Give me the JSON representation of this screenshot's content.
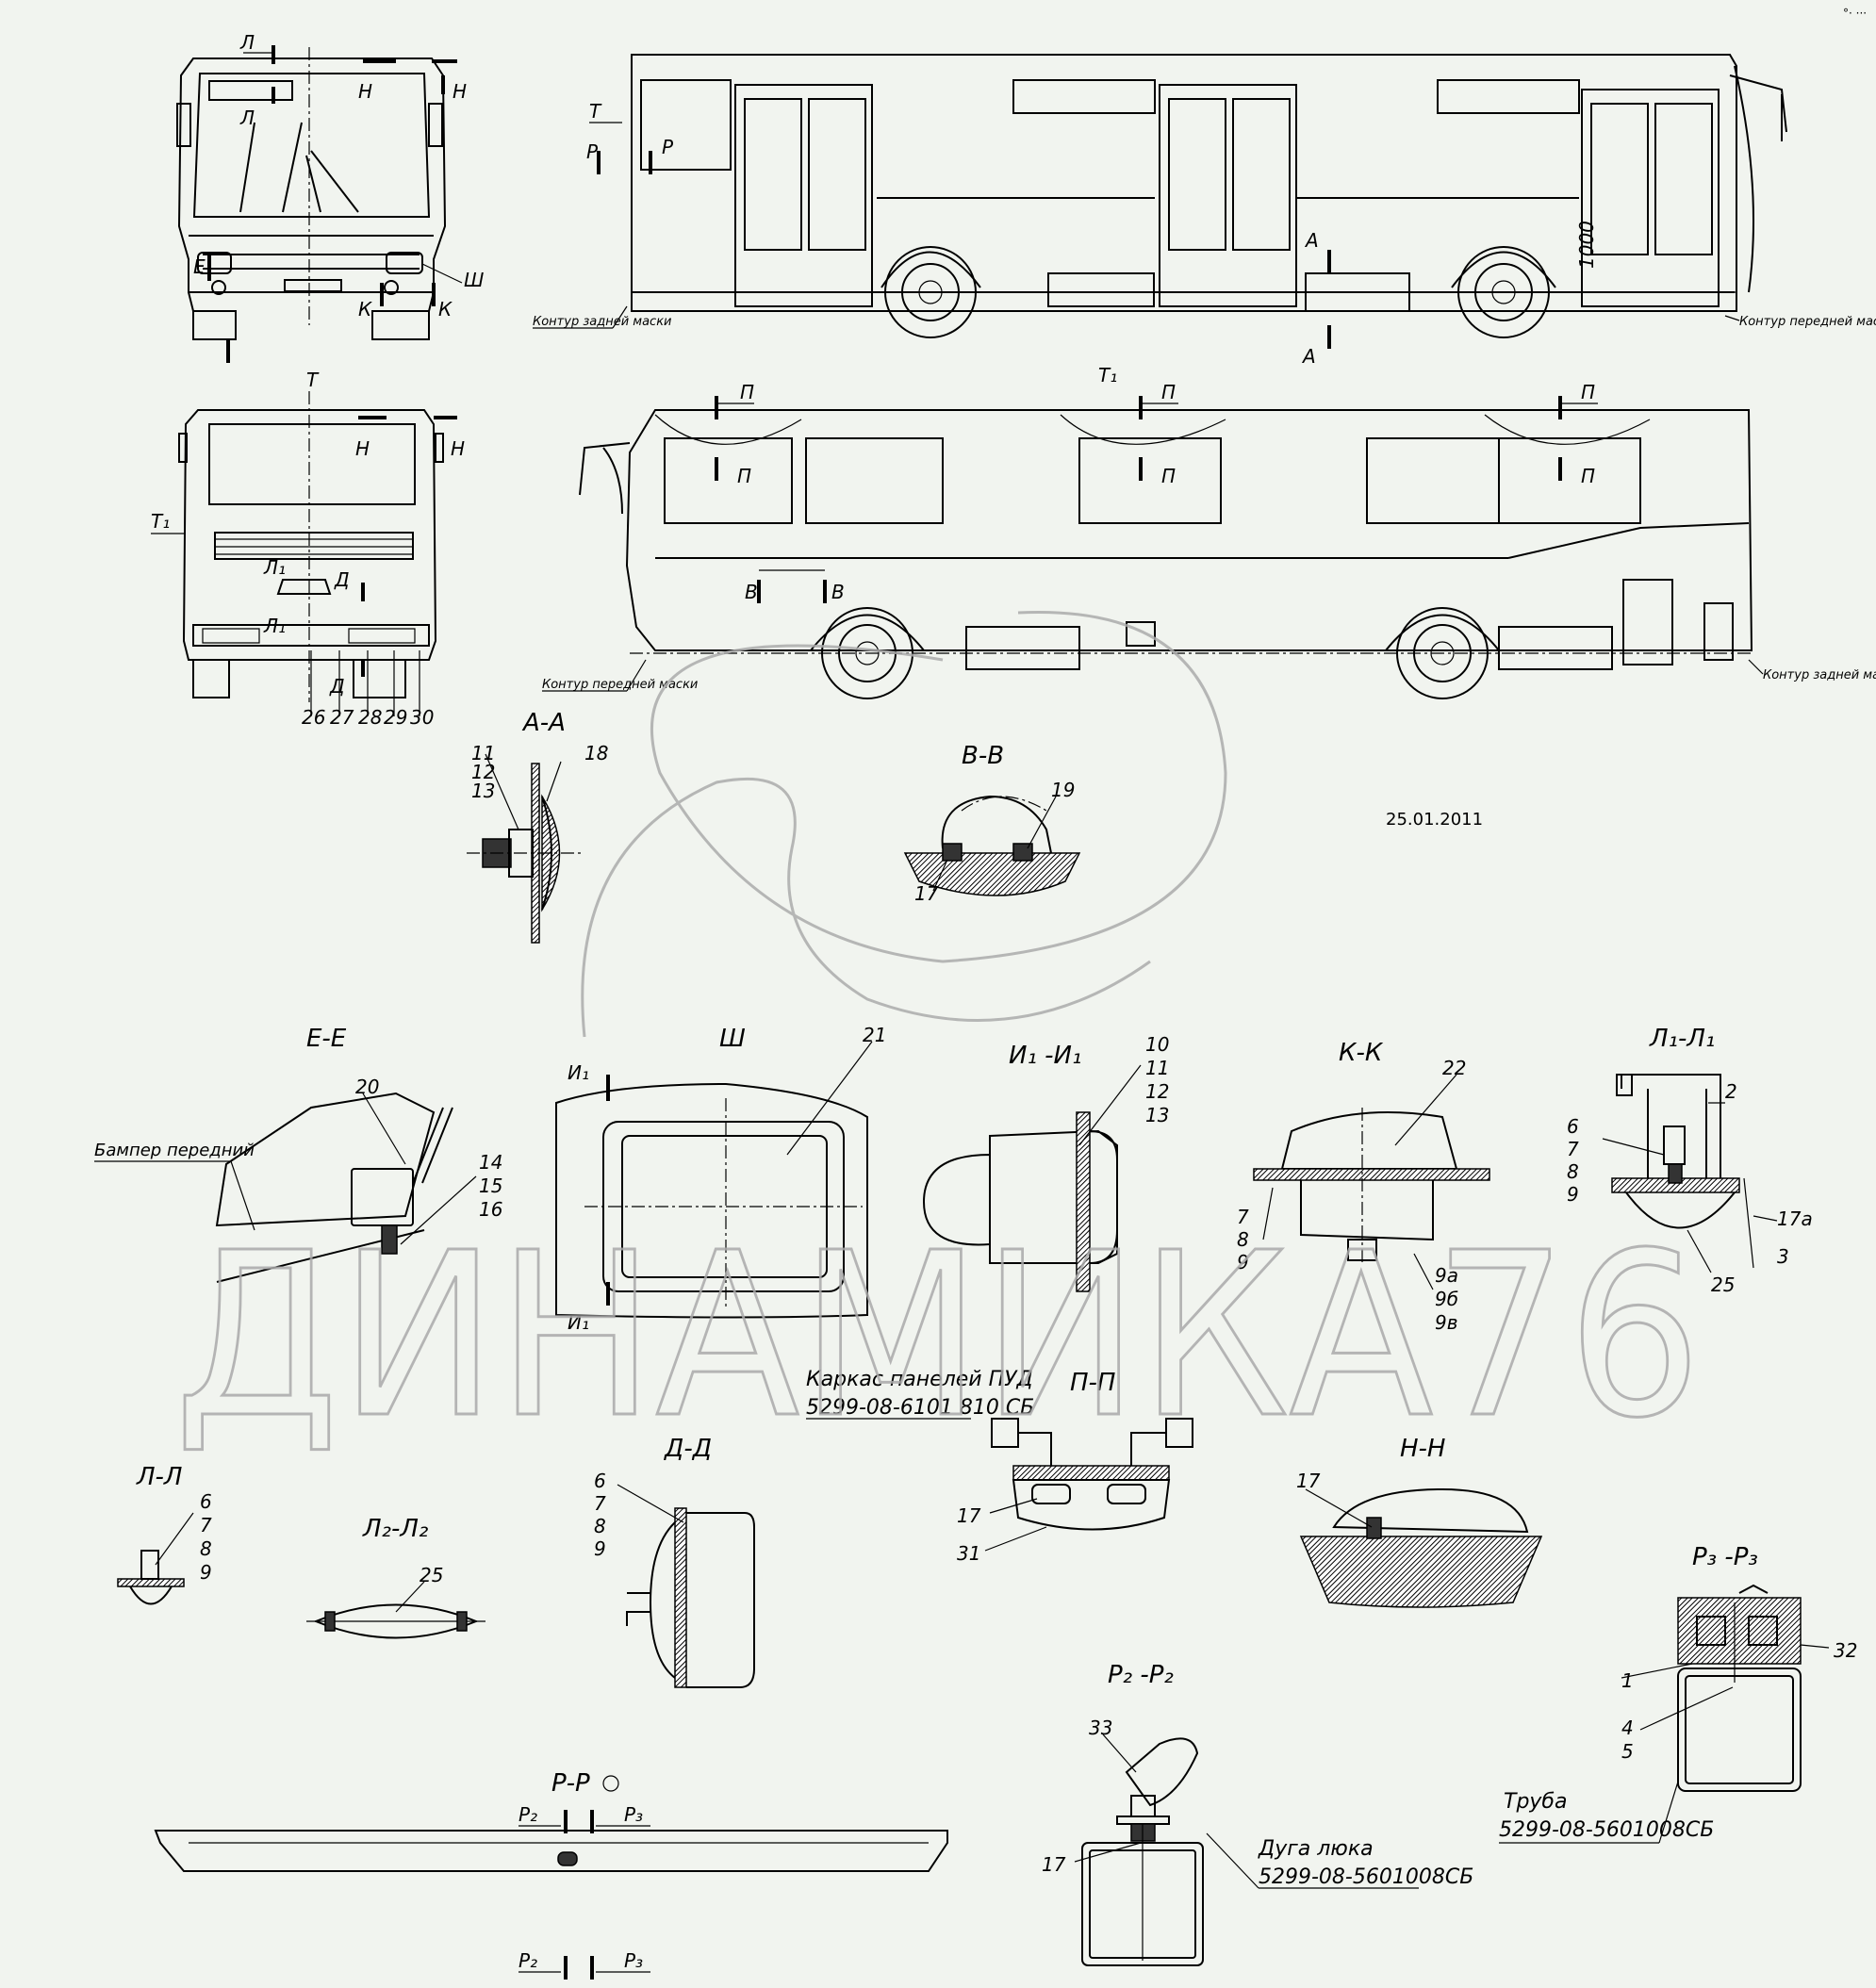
{
  "date_text": "25.01.2011",
  "watermark": "ДИНАМИКА76",
  "corner_mark": "°· ···",
  "sections": {
    "a_a": "А-А",
    "v_v": "В-В",
    "e_e": "Е-Е",
    "sh": "Ш",
    "i1_i1": "И₁ -И₁",
    "k_k": "К-К",
    "l1_l1": "Л₁-Л₁",
    "l_l": "Л-Л",
    "l2_l2": "Л₂-Л₂",
    "d_d": "Д-Д",
    "p_p": "П-П",
    "n_n": "Н-Н",
    "r_r": "Р-Р",
    "r2_r2": "Р₂ -Р₂",
    "r3_r3": "Р₃ -Р₃",
    "t": "Т",
    "t1": "Т₁"
  },
  "notes": {
    "bumper": "Бампер передний",
    "frame_title": "Каркас панелей ПУД",
    "frame_code": "5299-08-6101 810 СБ",
    "hatch_arc_title": "Дуга люка",
    "hatch_arc_code": "5299-08-5601008СБ",
    "pipe_title": "Труба",
    "pipe_code": "5299-08-5601008СБ",
    "rear_contour": "Контур задней маски",
    "front_contour": "Контур передней маски",
    "front_contour_2": "Контур передней маски",
    "rear_contour_2": "Контур задней маски"
  },
  "view_letters": {
    "l": "Л",
    "n": "Н",
    "e": "Е",
    "sh": "Ш",
    "k": "К",
    "t": "Т",
    "r": "Р",
    "a": "А",
    "p": "П",
    "v": "В",
    "l1": "Л₁",
    "d": "Д",
    "t1": "Т₁",
    "i1": "И₁",
    "r2": "Р₂",
    "r3": "Р₃"
  },
  "callouts": {
    "c1": "1",
    "c2": "2",
    "c3": "3",
    "c4": "4",
    "c5": "5",
    "c6": "6",
    "c7": "7",
    "c8": "8",
    "c9": "9",
    "c9a": "9а",
    "c9b": "9б",
    "c9v": "9в",
    "c10": "10",
    "c11": "11",
    "c12": "12",
    "c13": "13",
    "c14": "14",
    "c15": "15",
    "c16": "16",
    "c17": "17",
    "c17a": "17а",
    "c18": "18",
    "c19": "19",
    "c20": "20",
    "c21": "21",
    "c22": "22",
    "c25": "25",
    "c26": "26",
    "c27": "27",
    "c28": "28",
    "c29": "29",
    "c30": "30",
    "c31": "31",
    "c32": "32",
    "c33": "33",
    "c1000": "1000"
  }
}
